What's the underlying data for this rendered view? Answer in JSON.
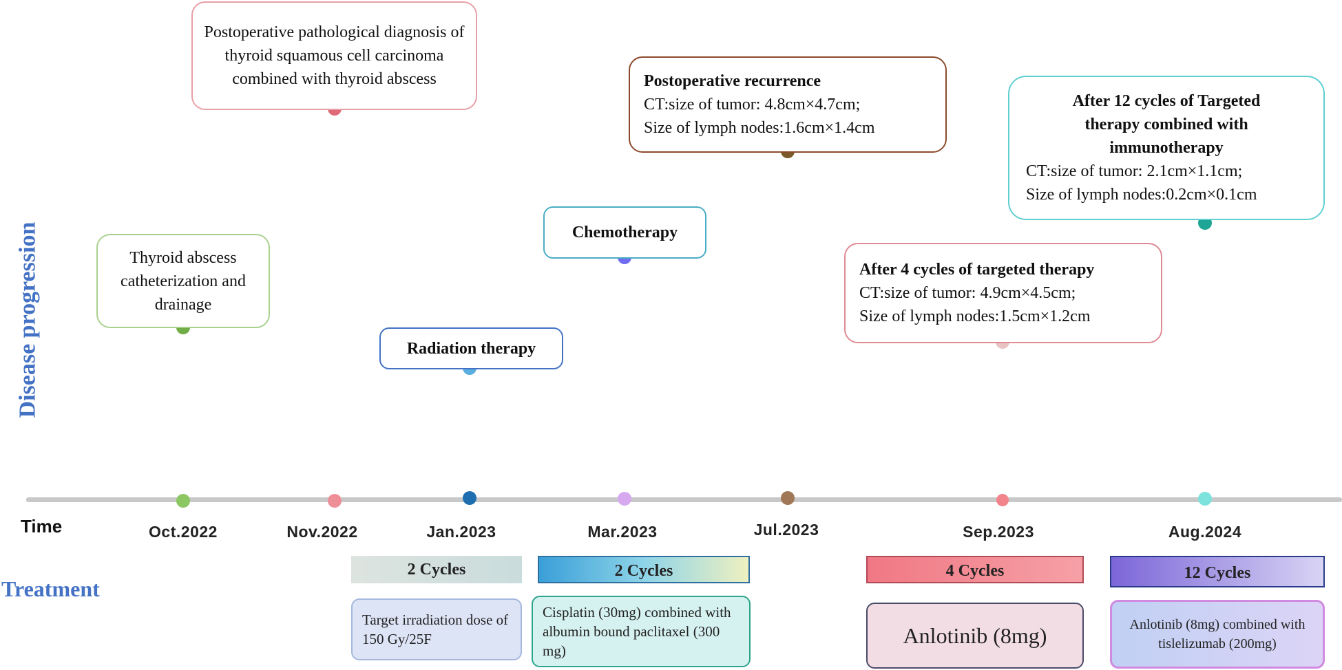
{
  "axis_labels": {
    "vertical": "Disease progression",
    "time": "Time",
    "treatment": "Treatment"
  },
  "events": [
    {
      "date": "Oct.2022",
      "title": "",
      "lines": [
        "Thyroid abscess catheterization and drainage"
      ],
      "color": "#70ad47",
      "border": "#a9d18e"
    },
    {
      "date": "Nov.2022",
      "title": "",
      "lines": [
        "Postoperative pathological diagnosis of thyroid squamous cell carcinoma combined with thyroid abscess"
      ],
      "color": "#e06b78",
      "border": "#e8a0a8"
    },
    {
      "date": "Jan.2023",
      "title": "Radiation therapy",
      "lines": [],
      "color": "#5aaee0",
      "border": "#4472c4"
    },
    {
      "date": "Mar.2023",
      "title": "Chemotherapy",
      "lines": [],
      "color": "#7b6cf0",
      "border": "#4bacc6"
    },
    {
      "date": "Jul.2023",
      "title": "Postoperative recurrence",
      "lines": [
        "CT:size of tumor: 4.8cm×4.7cm;",
        "Size of lymph nodes:1.6cm×1.4cm"
      ],
      "color": "#8c6a2f",
      "border": "#8b4a2b"
    },
    {
      "date": "Sep.2023",
      "title": "After 4 cycles of targeted therapy",
      "lines": [
        "CT:size of tumor: 4.9cm×4.5cm;",
        "Size of lymph nodes:1.5cm×1.2cm"
      ],
      "color": "#e8c0c0",
      "border": "#e08a94"
    },
    {
      "date": "Aug.2024",
      "title": "After 12 cycles of Targeted therapy combined with immunotherapy",
      "lines": [
        "CT:size of tumor: 2.1cm×1.1cm;",
        "Size of lymph nodes:0.2cm×0.1cm"
      ],
      "color": "#1fa596",
      "border": "#5fd0cf"
    }
  ],
  "treatments": [
    {
      "cycles": "2 Cycles",
      "regimen": "Target irradiation dose of 150 Gy/25F",
      "bar_color": "#d6e2e2",
      "box_color": "#dde4f6"
    },
    {
      "cycles": "2 Cycles",
      "regimen": "Cisplatin (30mg) combined with albumin bound paclitaxel (300 mg)",
      "bar_color": "#5ab5d8",
      "box_color": "#d6f2f0"
    },
    {
      "cycles": "4 Cycles",
      "regimen": "Anlotinib (8mg)",
      "bar_color": "#f2848c",
      "box_color": "#f2dde4"
    },
    {
      "cycles": "12 Cycles",
      "regimen": "Anlotinib (8mg) combined with tislelizumab  (200mg)",
      "bar_color": "#8f7ae0",
      "box_color": "#c9d7f4"
    }
  ]
}
